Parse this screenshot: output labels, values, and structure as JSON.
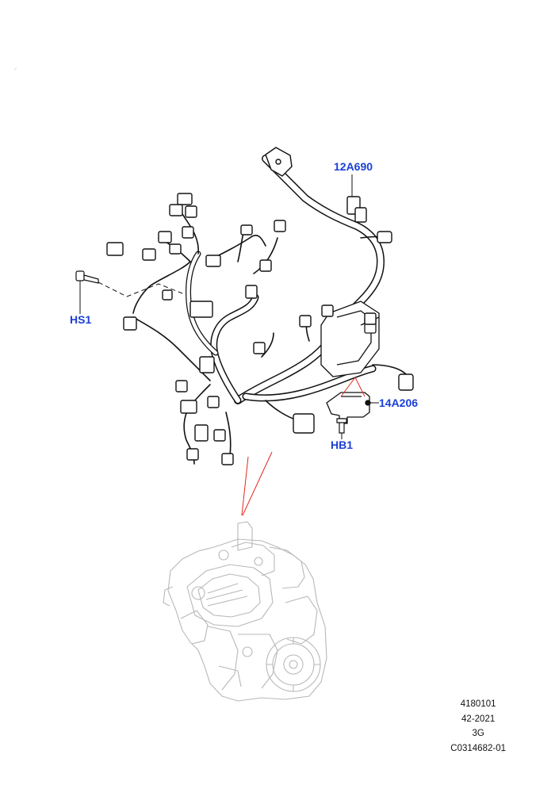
{
  "callouts": {
    "harness_part": "12A690",
    "bracket_part": "14A206",
    "screw": "HS1",
    "bolt": "HB1"
  },
  "reference": {
    "line1": "4180101",
    "line2": "42-2021",
    "line3": "3G",
    "line4": "C0314682-01"
  },
  "colors": {
    "callout_text": "#1a3fd6",
    "leader_line": "#e0281e",
    "line_art": "#111111",
    "engine_art": "#b8b8b8"
  }
}
